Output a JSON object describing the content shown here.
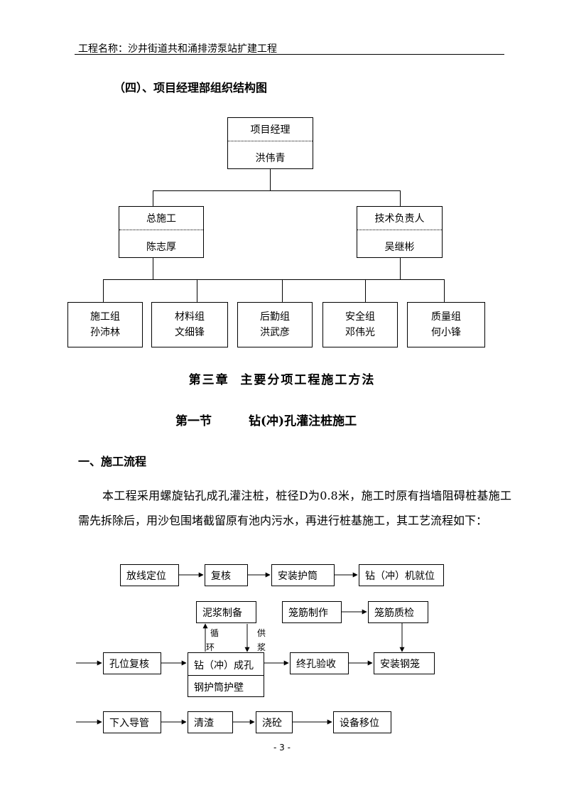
{
  "header": {
    "project_name": "工程名称：沙井街道共和涌排涝泵站扩建工程"
  },
  "org_chart": {
    "title": "（四）、项目经理部组织结构图",
    "manager": {
      "role": "项目经理",
      "name": "洪伟青"
    },
    "general_construction": {
      "role": "总施工",
      "name": "陈志厚"
    },
    "technical_lead": {
      "role": "技术负责人",
      "name": "吴继彬"
    },
    "groups": [
      {
        "role": "施工组",
        "name": "孙沛林"
      },
      {
        "role": "材料组",
        "name": "文细锋"
      },
      {
        "role": "后勤组",
        "name": "洪武彦"
      },
      {
        "role": "安全组",
        "name": "邓伟光"
      },
      {
        "role": "质量组",
        "name": "何小锋"
      }
    ]
  },
  "chapter_title": "第三章  主要分项工程施工方法",
  "section": {
    "number": "第一节",
    "title": "钻(冲)孔灌注桩施工"
  },
  "subsection_title": "一、施工流程",
  "paragraph": "本工程采用螺旋钻孔成孔灌注桩，桩径D为0.8米，施工时原有挡墙阻碍桩基施工需先拆除后，用沙包围堵截留原有池内污水，再进行桩基施工，其工艺流程如下：",
  "flow": {
    "steps": {
      "layout": "放线定位",
      "recheck": "复核",
      "install_casing": "安装护筒",
      "rig_in_place": "钻（冲）机就位",
      "slurry": "泥浆制备",
      "cage_make": "笼筋制作",
      "cage_check": "笼筋质检",
      "hole_recheck": "孔位复核",
      "drill_hole": "钻（冲）成孔",
      "casing_wall": "钢护筒护壁",
      "final_hole_check": "终孔验收",
      "install_cage": "安装钢笼",
      "lower_pipe": "下入导管",
      "clean": "清渣",
      "pour": "浇砼",
      "move_equipment": "设备移位"
    },
    "labels": {
      "circulate_1": "循",
      "circulate_2": "环",
      "supply_1": "供",
      "supply_2": "浆"
    }
  },
  "page_number": "- 3 -"
}
